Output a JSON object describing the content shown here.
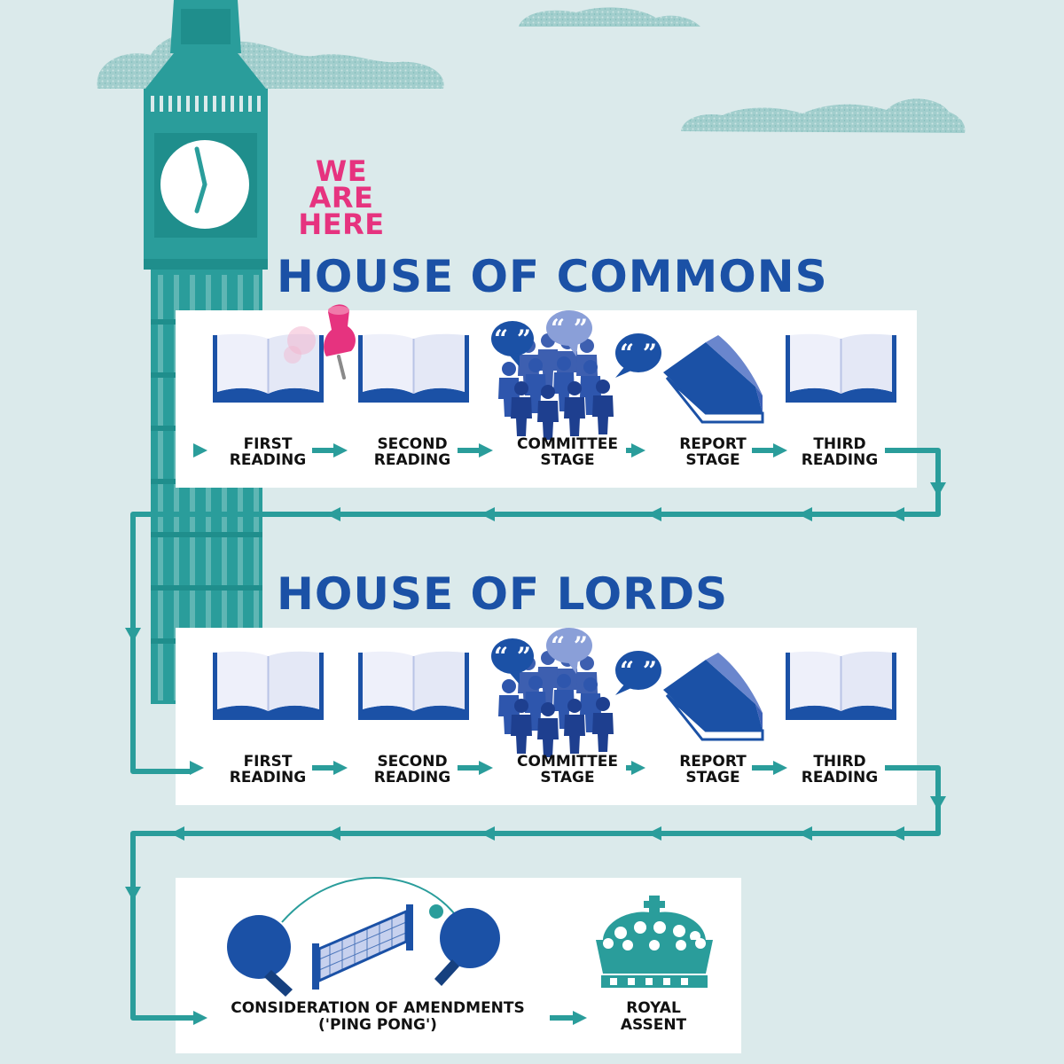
{
  "marker": {
    "line1": "WE",
    "line2": "ARE",
    "line3": "HERE"
  },
  "commons": {
    "title": "HOUSE OF COMMONS",
    "stages": [
      {
        "line1": "FIRST",
        "line2": "READING"
      },
      {
        "line1": "SECOND",
        "line2": "READING"
      },
      {
        "line1": "COMMITTEE",
        "line2": "STAGE"
      },
      {
        "line1": "REPORT",
        "line2": "STAGE"
      },
      {
        "line1": "THIRD",
        "line2": "READING"
      }
    ]
  },
  "lords": {
    "title": "HOUSE OF LORDS",
    "stages": [
      {
        "line1": "FIRST",
        "line2": "READING"
      },
      {
        "line1": "SECOND",
        "line2": "READING"
      },
      {
        "line1": "COMMITTEE",
        "line2": "STAGE"
      },
      {
        "line1": "REPORT",
        "line2": "STAGE"
      },
      {
        "line1": "THIRD",
        "line2": "READING"
      }
    ]
  },
  "final": {
    "consideration": {
      "line1": "CONSIDERATION OF AMENDMENTS",
      "line2": "('PING PONG')"
    },
    "assent": {
      "line1": "ROYAL",
      "line2": "ASSENT"
    }
  },
  "colors": {
    "background": "#dbeaeb",
    "teal": "#2a9d9b",
    "navy": "#1b51a6",
    "pink": "#e6337f",
    "panel": "#ffffff",
    "cloud": "#8fc4c3"
  },
  "icons": [
    "clock-tower-icon",
    "clock-icon",
    "push-pin-icon",
    "open-book-icon",
    "speech-bubble-icon",
    "people-group-icon",
    "closed-book-icon",
    "ping-pong-paddle-icon",
    "net-icon",
    "ball-icon",
    "crown-icon",
    "arrow-icon"
  ]
}
